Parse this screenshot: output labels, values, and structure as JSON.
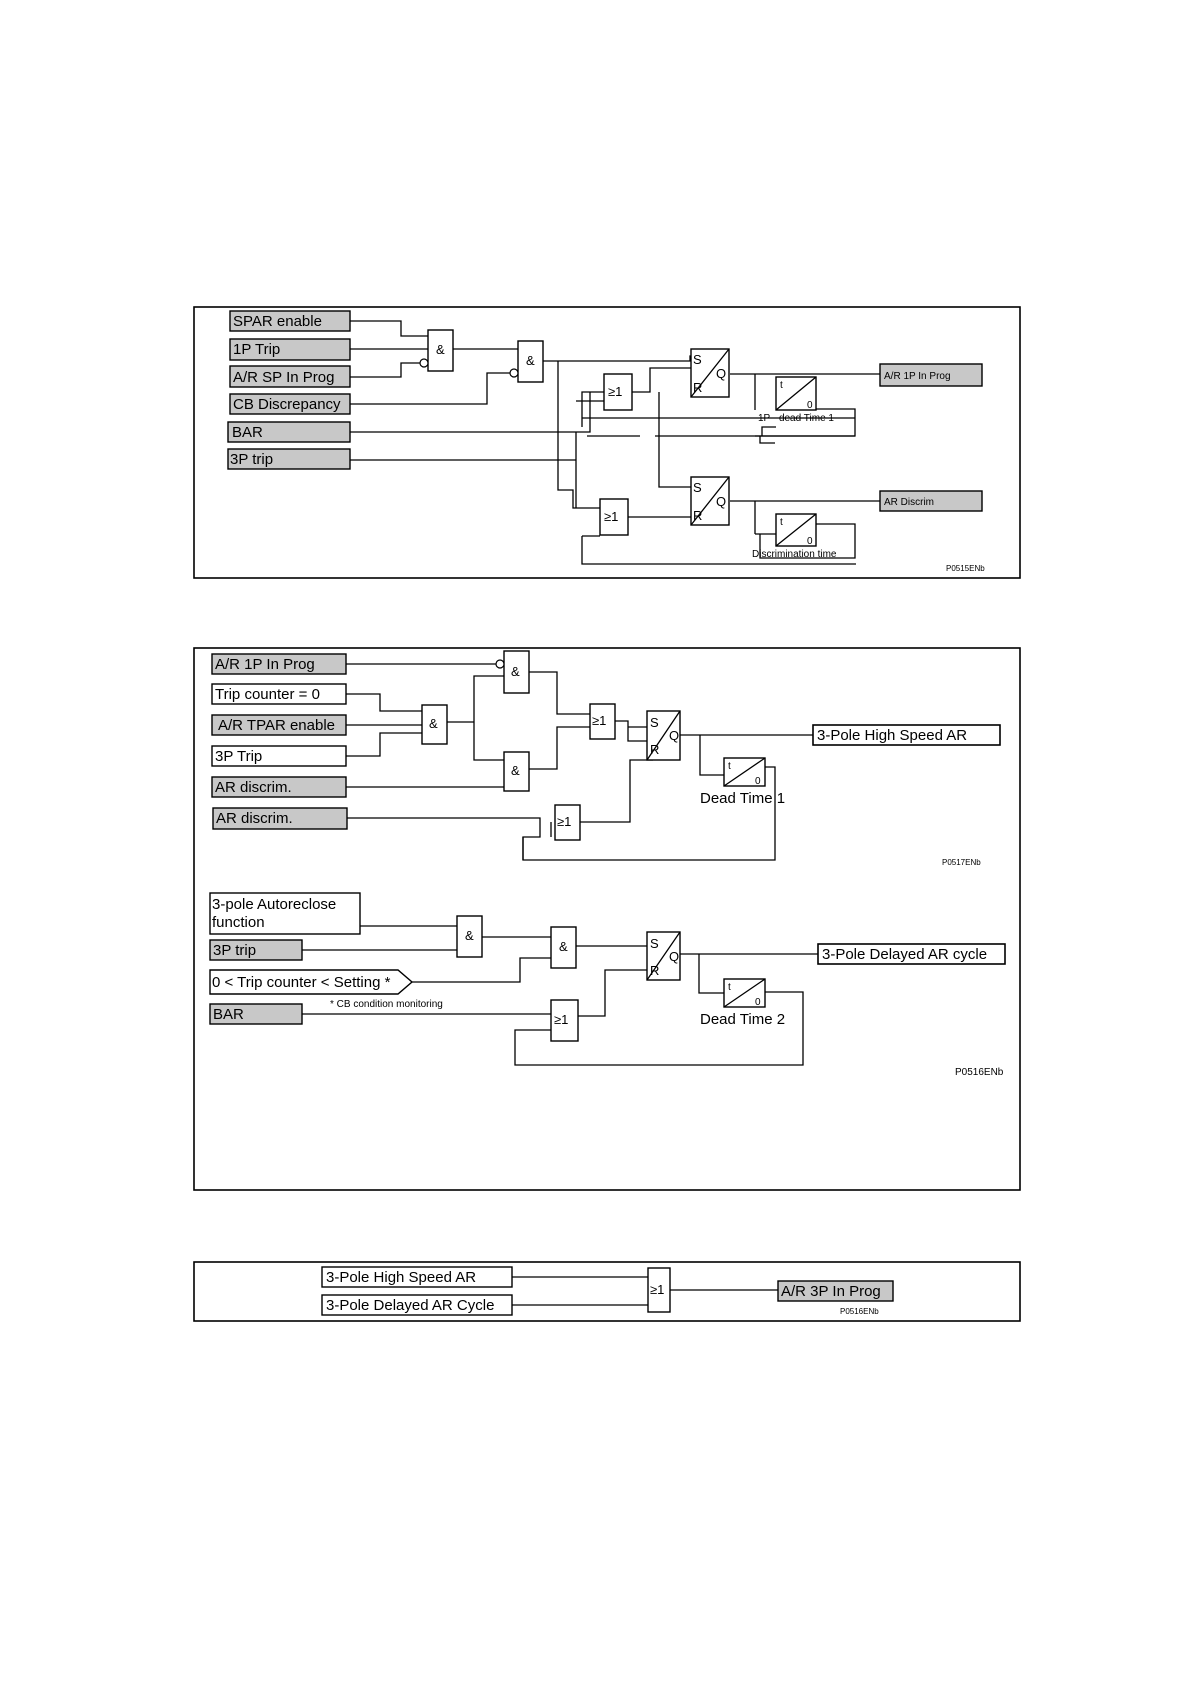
{
  "diagram1": {
    "inputs": [
      "SPAR enable",
      "1P Trip",
      "A/R SP In Prog",
      "CB Discrepancy",
      "BAR",
      "3P trip"
    ],
    "outputs": [
      "A/R 1P In Prog",
      "AR Discrim"
    ],
    "timers": [
      "1P - dead Time 1",
      "Discrimination time"
    ],
    "ref": "P0515ENb"
  },
  "diagram2": {
    "inputs": [
      "A/R 1P In Prog",
      "Trip counter = 0",
      "A/R TPAR enable",
      "3P Trip",
      "AR discrim.",
      "AR discrim."
    ],
    "output": "3-Pole High Speed AR",
    "timer": "Dead Time 1",
    "ref": "P0517ENb"
  },
  "diagram3": {
    "input_function": [
      "3-pole Autoreclose",
      "function"
    ],
    "inputs": [
      "3P trip",
      "0 < Trip counter < Setting *",
      "BAR"
    ],
    "note": "* CB condition monitoring",
    "output": "3-Pole Delayed AR cycle",
    "timer": "Dead Time 2",
    "ref": "P0516ENb"
  },
  "diagram4": {
    "inputs": [
      "3-Pole High Speed AR",
      "3-Pole Delayed AR Cycle"
    ],
    "output": "A/R 3P In Prog",
    "ref": "P0516ENb"
  },
  "symbols": {
    "and": "&",
    "or": "≥1",
    "set": "S",
    "reset": "R",
    "q": "Q",
    "t": "t",
    "zero": "0"
  }
}
